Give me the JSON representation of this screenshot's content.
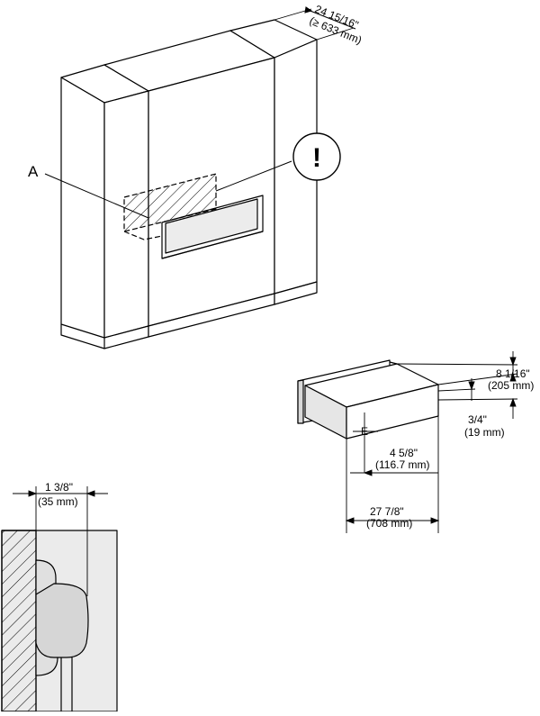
{
  "cabinet": {
    "label_a": "A",
    "depth_imperial": "24 15/16\"",
    "depth_metric": "(≥ 633 mm)",
    "warning_symbol": "!"
  },
  "drawer": {
    "height_imperial": "8 1/16\"",
    "height_metric": "(205 mm)",
    "offset_imperial": "3/4\"",
    "offset_metric": "(19 mm)",
    "center_imperial": "4 5/8\"",
    "center_metric": "(116.7 mm)",
    "width_imperial": "27 7/8\"",
    "width_metric": "(708 mm)",
    "label_e": "E"
  },
  "detail": {
    "gap_imperial": "1 3/8\"",
    "gap_metric": "(35 mm)"
  }
}
